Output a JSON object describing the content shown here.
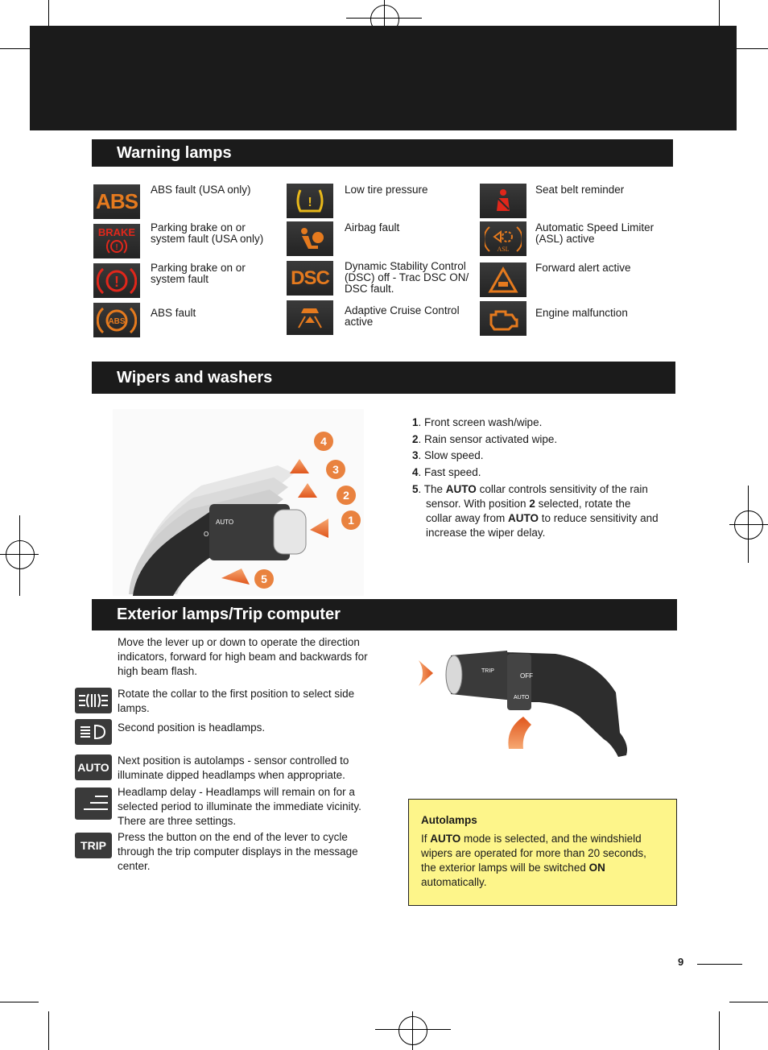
{
  "sections": {
    "warning_lamps": "Warning lamps",
    "wipers": "Wipers and washers",
    "exterior": "Exterior lamps/Trip computer"
  },
  "warning_lamps": {
    "col1": [
      {
        "icon": "abs-text-icon",
        "icon_text": "ABS",
        "color": "#e57a1e",
        "label": "ABS fault (USA only)"
      },
      {
        "icon": "brake-icon",
        "icon_text": "BRAKE",
        "color": "#e0271b",
        "label": "Parking brake on or system fault (USA only)"
      },
      {
        "icon": "parking-brake-icon",
        "icon_text": "!",
        "color": "#e0271b",
        "label": "Parking brake on or system fault"
      },
      {
        "icon": "abs-circle-icon",
        "icon_text": "ABS",
        "color": "#e57a1e",
        "label": "ABS fault"
      }
    ],
    "col2": [
      {
        "icon": "tire-pressure-icon",
        "icon_text": "!",
        "color": "#e8b81a",
        "label": "Low tire pressure"
      },
      {
        "icon": "airbag-icon",
        "icon_text": "",
        "color": "#e57a1e",
        "label": "Airbag fault"
      },
      {
        "icon": "dsc-icon",
        "icon_text": "DSC",
        "color": "#e57a1e",
        "label": "Dynamic Stability Control (DSC) off - Trac DSC ON/ DSC fault."
      },
      {
        "icon": "acc-icon",
        "icon_text": "",
        "color": "#e57a1e",
        "label": "Adaptive Cruise Control active"
      }
    ],
    "col3": [
      {
        "icon": "seat-belt-icon",
        "icon_text": "",
        "color": "#e0271b",
        "label": "Seat belt reminder"
      },
      {
        "icon": "speed-limiter-icon",
        "icon_text": "ASL",
        "color": "#e57a1e",
        "label": "Automatic Speed Limiter (ASL) active"
      },
      {
        "icon": "forward-alert-icon",
        "icon_text": "",
        "color": "#e57a1e",
        "label": "Forward alert active"
      },
      {
        "icon": "engine-icon",
        "icon_text": "",
        "color": "#e57a1e",
        "label": "Engine malfunction"
      }
    ]
  },
  "wiper_diagram": {
    "callouts": [
      "4",
      "3",
      "2",
      "1",
      "5"
    ],
    "lever_labels": {
      "auto": "AUTO",
      "o": "O"
    }
  },
  "wiper_list": [
    {
      "num": "1",
      "text": ". Front screen wash/wipe."
    },
    {
      "num": "2",
      "text": ". Rain sensor activated wipe."
    },
    {
      "num": "3",
      "text": ". Slow speed."
    },
    {
      "num": "4",
      "text": ". Fast speed."
    }
  ],
  "wiper_item5": {
    "num": "5",
    "p1": ". The ",
    "b1": "AUTO",
    "p2": " collar controls sensitivity of the rain sensor. With position ",
    "b2": "2",
    "p3": " selected, rotate the collar away from ",
    "b3": "AUTO",
    "p4": " to reduce sensitivity and increase the wiper delay."
  },
  "exterior": {
    "intro": "Move the lever up or down to operate the direction indicators, forward for high beam and backwards for high beam flash.",
    "items": [
      {
        "icon": "side-lamps-icon",
        "icon_text": "",
        "text": "Rotate the collar to the first position to select side lamps."
      },
      {
        "icon": "headlamps-icon",
        "icon_text": "",
        "text": "Second position is headlamps."
      },
      {
        "icon": "auto-icon",
        "icon_text": "AUTO",
        "text": "Next position is autolamps - sensor controlled to illuminate dipped headlamps when appropriate."
      },
      {
        "icon": "headlamp-delay-icon",
        "icon_text": "",
        "text": "Headlamp delay - Headlamps will remain on for a selected period to illuminate the immediate vicinity. There are three settings."
      },
      {
        "icon": "trip-icon",
        "icon_text": "TRIP",
        "text": "Press the button on the end of the lever to cycle through the trip computer displays in the message center."
      }
    ],
    "lever_labels": {
      "trip": "TRIP",
      "off": "OFF",
      "auto": "AUTO"
    }
  },
  "note": {
    "title": "Autolamps",
    "p1": "If ",
    "b1": "AUTO",
    "p2": " mode is selected, and the windshield wipers are operated for more than 20 seconds, the exterior lamps will be switched ",
    "b2": "ON",
    "p3": " automatically."
  },
  "page_number": "9"
}
